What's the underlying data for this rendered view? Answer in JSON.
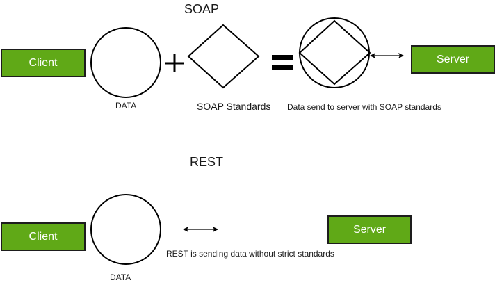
{
  "soap": {
    "title": "SOAP",
    "client_label": "Client",
    "data_label": "DATA",
    "plus_symbol": "+",
    "standards_label": "SOAP Standards",
    "combined_caption": "Data send to server with SOAP standards",
    "server_label": "Server"
  },
  "rest": {
    "title": "REST",
    "client_label": "Client",
    "data_label": "DATA",
    "caption": "REST is sending data without strict standards",
    "server_label": "Server"
  },
  "colors": {
    "box_fill": "#60a917",
    "box_border": "#1d1d1d",
    "box_text": "#ffffff",
    "stroke": "#000000"
  }
}
